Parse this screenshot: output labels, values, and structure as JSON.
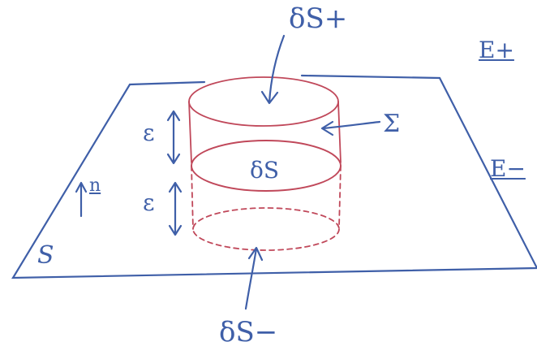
{
  "labels": {
    "delta_s_plus": "δS+",
    "delta_s_minus": "δS−",
    "delta_s": "δS",
    "sigma": "Σ",
    "epsilon_upper": "ε",
    "epsilon_lower": "ε",
    "surface": "S",
    "e_plus": "E+",
    "e_minus": "E−",
    "normal": "n"
  },
  "colors": {
    "ink_blue": "#3f5fa8",
    "ink_red": "#c0485a"
  }
}
